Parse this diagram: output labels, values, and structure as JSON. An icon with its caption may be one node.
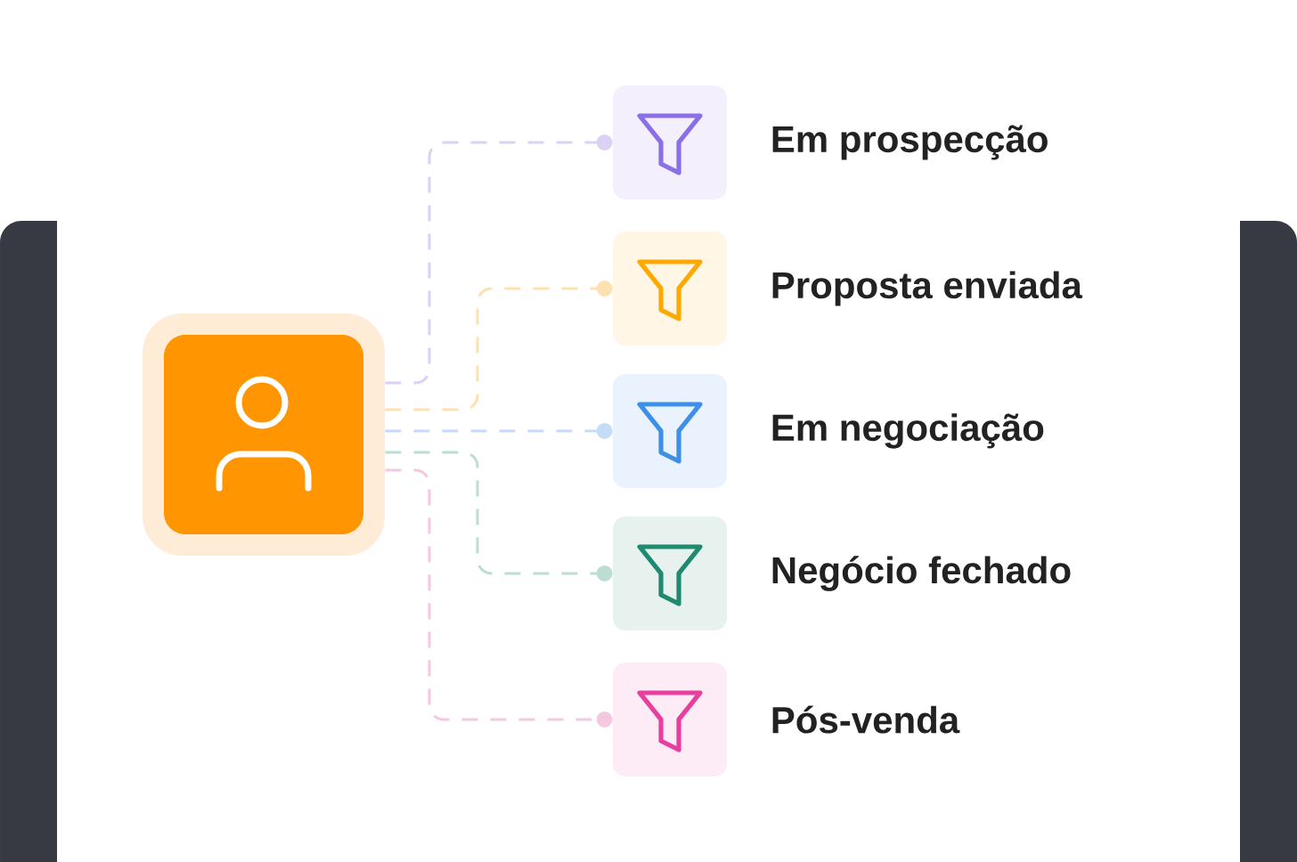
{
  "diagram": {
    "nodes": [
      {
        "text": [],
        "shape": "person"
      },
      {
        "text": [],
        "shape": "box",
        "beside": [
          "Em prospecção"
        ]
      },
      {
        "text": [],
        "shape": "box",
        "beside": [
          "Proposta enviada"
        ]
      },
      {
        "text": [],
        "shape": "box",
        "beside": [
          "Em negociação"
        ]
      },
      {
        "text": [],
        "shape": "box",
        "beside": [
          "Negócio fechado"
        ]
      },
      {
        "text": [],
        "shape": "box",
        "beside": [
          "Pós-venda"
        ]
      }
    ],
    "edges": [
      {
        "from": 0,
        "to": 1,
        "arrow": "other",
        "style": "dashed",
        "color": "#dcd0f5"
      },
      {
        "from": 0,
        "to": 2,
        "arrow": "other",
        "style": "dashed",
        "color": "#ffe0b0"
      },
      {
        "from": 0,
        "to": 3,
        "arrow": "other",
        "style": "dashed",
        "color": "#c4dcf5"
      },
      {
        "from": 0,
        "to": 4,
        "arrow": "other",
        "style": "dashed",
        "color": "#bcdcd4"
      },
      {
        "from": 0,
        "to": 5,
        "arrow": "other",
        "style": "dashed",
        "color": "#f5c8e2"
      }
    ]
  }
}
